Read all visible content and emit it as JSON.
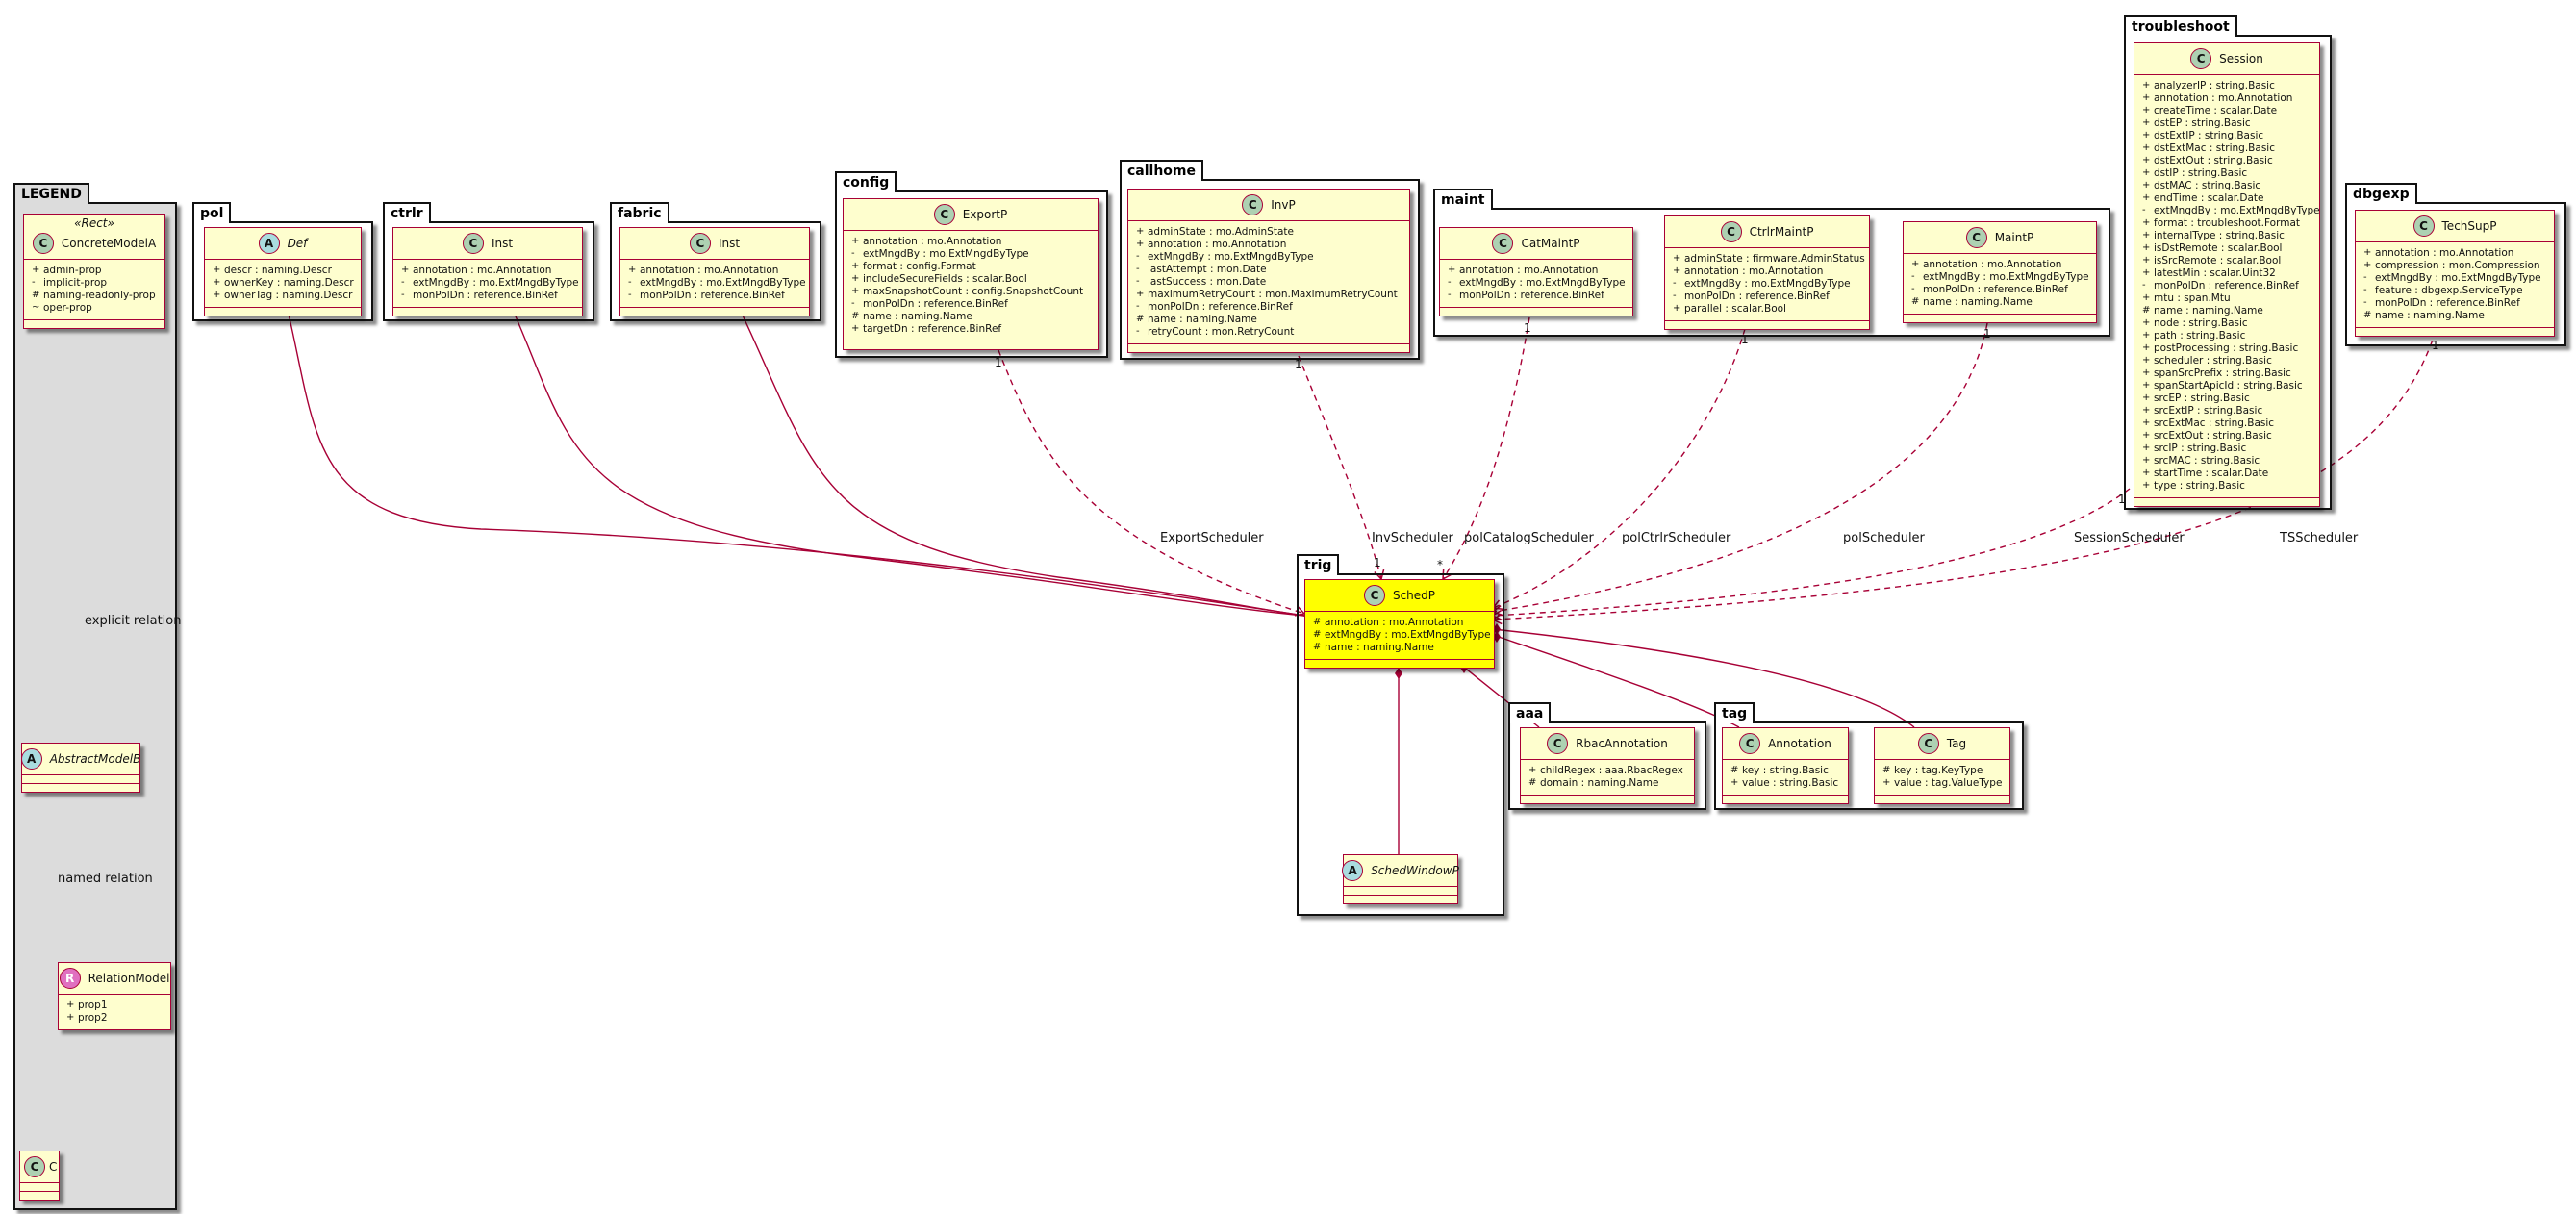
{
  "legend": {
    "title": "LEGEND",
    "stereotype": "«Rect»",
    "concrete_name": "ConcreteModelA",
    "concrete_props": [
      {
        "vis": "+",
        "text": "admin-prop"
      },
      {
        "vis": "-",
        "text": "implicit-prop"
      },
      {
        "vis": "#",
        "text": "naming-readonly-prop"
      },
      {
        "vis": "~",
        "text": "oper-prop"
      }
    ],
    "abstract_name": "AbstractModelB",
    "relation_name": "RelationModel",
    "relation_props": [
      {
        "vis": "+",
        "text": "prop1"
      },
      {
        "vis": "+",
        "text": "prop2"
      }
    ],
    "c_name": "C",
    "explicit_label": "explicit relation",
    "named_label": "named relation"
  },
  "packages": {
    "pol": "pol",
    "ctrlr": "ctrlr",
    "fabric": "fabric",
    "config": "config",
    "callhome": "callhome",
    "maint": "maint",
    "troubleshoot": "troubleshoot",
    "dbgexp": "dbgexp",
    "trig": "trig",
    "aaa": "aaa",
    "tag": "tag"
  },
  "classes": {
    "pol_def": {
      "name": "Def",
      "attrs": [
        {
          "vis": "+",
          "text": "descr : naming.Descr"
        },
        {
          "vis": "+",
          "text": "ownerKey : naming.Descr"
        },
        {
          "vis": "+",
          "text": "ownerTag : naming.Descr"
        }
      ]
    },
    "ctrlr_inst": {
      "name": "Inst",
      "attrs": [
        {
          "vis": "+",
          "text": "annotation : mo.Annotation"
        },
        {
          "vis": "-",
          "text": "extMngdBy : mo.ExtMngdByType"
        },
        {
          "vis": "-",
          "text": "monPolDn : reference.BinRef"
        }
      ]
    },
    "fabric_inst": {
      "name": "Inst",
      "attrs": [
        {
          "vis": "+",
          "text": "annotation : mo.Annotation"
        },
        {
          "vis": "-",
          "text": "extMngdBy : mo.ExtMngdByType"
        },
        {
          "vis": "-",
          "text": "monPolDn : reference.BinRef"
        }
      ]
    },
    "config_exportp": {
      "name": "ExportP",
      "attrs": [
        {
          "vis": "+",
          "text": "annotation : mo.Annotation"
        },
        {
          "vis": "-",
          "text": "extMngdBy : mo.ExtMngdByType"
        },
        {
          "vis": "+",
          "text": "format : config.Format"
        },
        {
          "vis": "+",
          "text": "includeSecureFields : scalar.Bool"
        },
        {
          "vis": "+",
          "text": "maxSnapshotCount : config.SnapshotCount"
        },
        {
          "vis": "-",
          "text": "monPolDn : reference.BinRef"
        },
        {
          "vis": "#",
          "text": "name : naming.Name"
        },
        {
          "vis": "+",
          "text": "targetDn : reference.BinRef"
        }
      ]
    },
    "callhome_invp": {
      "name": "InvP",
      "attrs": [
        {
          "vis": "+",
          "text": "adminState : mo.AdminState"
        },
        {
          "vis": "+",
          "text": "annotation : mo.Annotation"
        },
        {
          "vis": "-",
          "text": "extMngdBy : mo.ExtMngdByType"
        },
        {
          "vis": "-",
          "text": "lastAttempt : mon.Date"
        },
        {
          "vis": "-",
          "text": "lastSuccess : mon.Date"
        },
        {
          "vis": "+",
          "text": "maximumRetryCount : mon.MaximumRetryCount"
        },
        {
          "vis": "-",
          "text": "monPolDn : reference.BinRef"
        },
        {
          "vis": "#",
          "text": "name : naming.Name"
        },
        {
          "vis": "-",
          "text": "retryCount : mon.RetryCount"
        }
      ]
    },
    "maint_catmaintp": {
      "name": "CatMaintP",
      "attrs": [
        {
          "vis": "+",
          "text": "annotation : mo.Annotation"
        },
        {
          "vis": "-",
          "text": "extMngdBy : mo.ExtMngdByType"
        },
        {
          "vis": "-",
          "text": "monPolDn : reference.BinRef"
        }
      ]
    },
    "maint_ctrlrmaintp": {
      "name": "CtrlrMaintP",
      "attrs": [
        {
          "vis": "+",
          "text": "adminState : firmware.AdminStatus"
        },
        {
          "vis": "+",
          "text": "annotation : mo.Annotation"
        },
        {
          "vis": "-",
          "text": "extMngdBy : mo.ExtMngdByType"
        },
        {
          "vis": "-",
          "text": "monPolDn : reference.BinRef"
        },
        {
          "vis": "+",
          "text": "parallel : scalar.Bool"
        }
      ]
    },
    "maint_maintp": {
      "name": "MaintP",
      "attrs": [
        {
          "vis": "+",
          "text": "annotation : mo.Annotation"
        },
        {
          "vis": "-",
          "text": "extMngdBy : mo.ExtMngdByType"
        },
        {
          "vis": "-",
          "text": "monPolDn : reference.BinRef"
        },
        {
          "vis": "#",
          "text": "name : naming.Name"
        }
      ]
    },
    "troubleshoot_session": {
      "name": "Session",
      "attrs": [
        {
          "vis": "+",
          "text": "analyzerIP : string.Basic"
        },
        {
          "vis": "+",
          "text": "annotation : mo.Annotation"
        },
        {
          "vis": "+",
          "text": "createTime : scalar.Date"
        },
        {
          "vis": "+",
          "text": "dstEP : string.Basic"
        },
        {
          "vis": "+",
          "text": "dstExtIP : string.Basic"
        },
        {
          "vis": "+",
          "text": "dstExtMac : string.Basic"
        },
        {
          "vis": "+",
          "text": "dstExtOut : string.Basic"
        },
        {
          "vis": "+",
          "text": "dstIP : string.Basic"
        },
        {
          "vis": "+",
          "text": "dstMAC : string.Basic"
        },
        {
          "vis": "+",
          "text": "endTime : scalar.Date"
        },
        {
          "vis": "-",
          "text": "extMngdBy : mo.ExtMngdByType"
        },
        {
          "vis": "+",
          "text": "format : troubleshoot.Format"
        },
        {
          "vis": "+",
          "text": "internalType : string.Basic"
        },
        {
          "vis": "+",
          "text": "isDstRemote : scalar.Bool"
        },
        {
          "vis": "+",
          "text": "isSrcRemote : scalar.Bool"
        },
        {
          "vis": "+",
          "text": "latestMin : scalar.Uint32"
        },
        {
          "vis": "-",
          "text": "monPolDn : reference.BinRef"
        },
        {
          "vis": "+",
          "text": "mtu : span.Mtu"
        },
        {
          "vis": "#",
          "text": "name : naming.Name"
        },
        {
          "vis": "+",
          "text": "node : string.Basic"
        },
        {
          "vis": "+",
          "text": "path : string.Basic"
        },
        {
          "vis": "+",
          "text": "postProcessing : string.Basic"
        },
        {
          "vis": "+",
          "text": "scheduler : string.Basic"
        },
        {
          "vis": "+",
          "text": "spanSrcPrefix : string.Basic"
        },
        {
          "vis": "+",
          "text": "spanStartApicId : string.Basic"
        },
        {
          "vis": "+",
          "text": "srcEP : string.Basic"
        },
        {
          "vis": "+",
          "text": "srcExtIP : string.Basic"
        },
        {
          "vis": "+",
          "text": "srcExtMac : string.Basic"
        },
        {
          "vis": "+",
          "text": "srcExtOut : string.Basic"
        },
        {
          "vis": "+",
          "text": "srcIP : string.Basic"
        },
        {
          "vis": "+",
          "text": "srcMAC : string.Basic"
        },
        {
          "vis": "+",
          "text": "startTime : scalar.Date"
        },
        {
          "vis": "+",
          "text": "type : string.Basic"
        }
      ]
    },
    "dbgexp_techsupp": {
      "name": "TechSupP",
      "attrs": [
        {
          "vis": "+",
          "text": "annotation : mo.Annotation"
        },
        {
          "vis": "+",
          "text": "compression : mon.Compression"
        },
        {
          "vis": "-",
          "text": "extMngdBy : mo.ExtMngdByType"
        },
        {
          "vis": "-",
          "text": "feature : dbgexp.ServiceType"
        },
        {
          "vis": "-",
          "text": "monPolDn : reference.BinRef"
        },
        {
          "vis": "#",
          "text": "name : naming.Name"
        }
      ]
    },
    "trig_schedp": {
      "name": "SchedP",
      "attrs": [
        {
          "vis": "#",
          "text": "annotation : mo.Annotation"
        },
        {
          "vis": "#",
          "text": "extMngdBy : mo.ExtMngdByType"
        },
        {
          "vis": "#",
          "text": "name : naming.Name"
        }
      ]
    },
    "trig_schedwindowp": {
      "name": "SchedWindowP",
      "attrs": []
    },
    "aaa_rbacannotation": {
      "name": "RbacAnnotation",
      "attrs": [
        {
          "vis": "+",
          "text": "childRegex : aaa.RbacRegex"
        },
        {
          "vis": "#",
          "text": "domain : naming.Name"
        }
      ]
    },
    "tag_annotation": {
      "name": "Annotation",
      "attrs": [
        {
          "vis": "#",
          "text": "key : string.Basic"
        },
        {
          "vis": "+",
          "text": "value : string.Basic"
        }
      ]
    },
    "tag_tag": {
      "name": "Tag",
      "attrs": [
        {
          "vis": "#",
          "text": "key : tag.KeyType"
        },
        {
          "vis": "+",
          "text": "value : tag.ValueType"
        }
      ]
    }
  },
  "relations": {
    "export_scheduler": "ExportScheduler",
    "inv_scheduler": "InvScheduler",
    "polcatalog_scheduler": "polCatalogScheduler",
    "polctrlr_scheduler": "polCtrlrScheduler",
    "pol_scheduler": "polScheduler",
    "session_scheduler": "SessionScheduler",
    "ts_scheduler": "TSScheduler",
    "mult_one": "1",
    "mult_many": "*"
  },
  "colors": {
    "class_fill": "#fefece",
    "class_border": "#a80036",
    "highlight_fill": "#ffff00",
    "legend_fill": "#dcdcdc",
    "relation_line": "#a80036"
  }
}
